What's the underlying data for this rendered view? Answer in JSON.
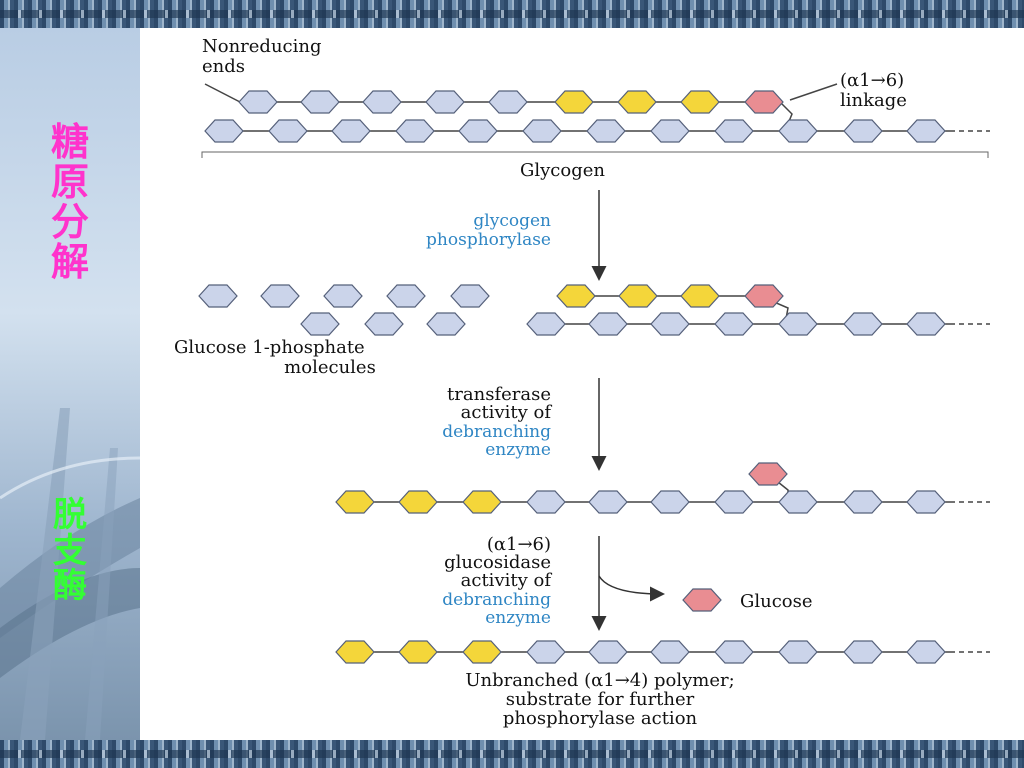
{
  "sidebar": {
    "title_chars": [
      "糖",
      "原",
      "分",
      "解"
    ],
    "subtitle_chars": [
      "脱",
      "支",
      "酶"
    ]
  },
  "colors": {
    "glucose": "#cbd4ea",
    "new_end": "#f4d63a",
    "branch": "#e98d92",
    "title": "#ff33cc",
    "subtitle": "#33ff33",
    "enzyme_text": "#2f86c4"
  },
  "labels": {
    "nonreducing_1": "Nonreducing",
    "nonreducing_2": "ends",
    "linkage_1": "(α1→6)",
    "linkage_2": "linkage",
    "glycogen": "Glycogen",
    "phosphorylase_1": "glycogen",
    "phosphorylase_2": "phosphorylase",
    "g1p_1": "Glucose 1-phosphate",
    "g1p_2": "molecules",
    "transferase_1": "transferase",
    "transferase_2": "activity of",
    "transferase_3": "debranching",
    "transferase_4": "enzyme",
    "glucosidase_1": "(α1→6)",
    "glucosidase_2": "glucosidase",
    "glucosidase_3": "activity of",
    "glucosidase_4": "debranching",
    "glucosidase_5": "enzyme",
    "glucose": "Glucose",
    "result_1": "Unbranched (α1→4) polymer;",
    "result_2": "substrate for further",
    "result_3": "phosphorylase action"
  }
}
